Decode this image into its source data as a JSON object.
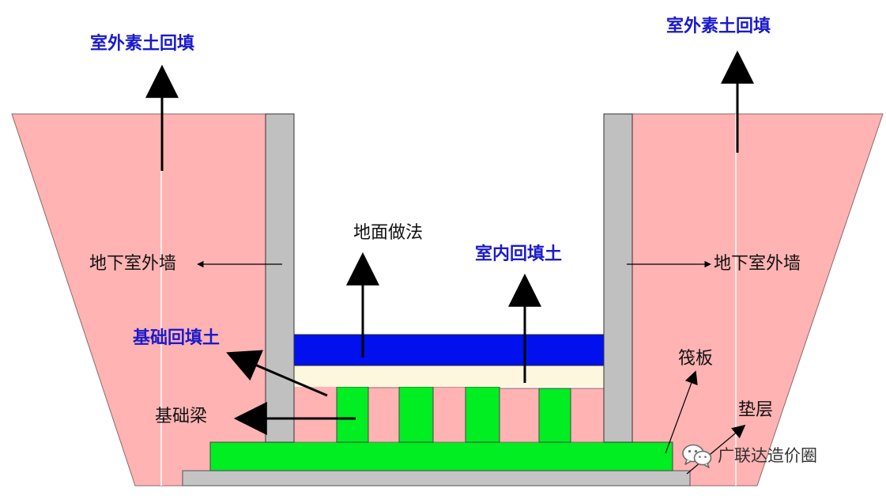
{
  "labels": {
    "outdoor_backfill_left": "室外素土回填",
    "outdoor_backfill_right": "室外素土回填",
    "basement_wall_left": "地下室外墙",
    "basement_wall_right": "地下室外墙",
    "floor_finish": "地面做法",
    "indoor_backfill": "室内回填土",
    "foundation_backfill": "基础回填土",
    "foundation_beam": "基础梁",
    "raft": "筏板",
    "cushion": "垫层"
  },
  "watermark": {
    "text": "广联达造价圈",
    "icon": "wechat-icon"
  },
  "colors": {
    "soil": "#ffb3b3",
    "wall": "#c0c0c0",
    "concrete_green": "#00ee22",
    "floor_blue": "#0011ee",
    "floor_cream": "#fdf7dd",
    "cushion_gray": "#c4c4c4",
    "label_blue": "#1a1acc",
    "label_black": "#111111"
  }
}
